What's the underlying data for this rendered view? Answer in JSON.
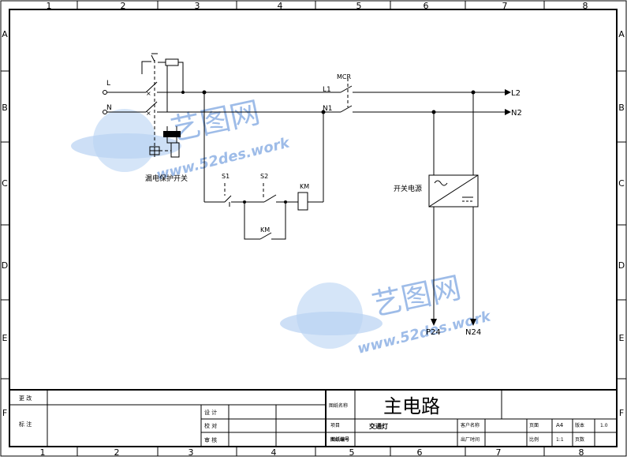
{
  "frame": {
    "columns": [
      "1",
      "2",
      "3",
      "4",
      "5",
      "6",
      "7",
      "8"
    ],
    "rows": [
      "A",
      "B",
      "C",
      "D",
      "E",
      "F"
    ]
  },
  "circuit": {
    "terminal_L": "L",
    "terminal_N": "N",
    "line_L1": "L1",
    "line_N1": "N1",
    "mcr": "MCR",
    "out_L2": "L2",
    "out_N2": "N2",
    "s1": "S1",
    "s2": "S2",
    "km_coil": "KM",
    "km_contact": "KM",
    "rcd_label": "漏电保护开关",
    "psu_label": "开关电源",
    "p24": "P24",
    "n24": "N24"
  },
  "watermark": {
    "brand": "艺图网",
    "url": "www.52des.work"
  },
  "title_block": {
    "change_label": "更 改",
    "remark_label": "标 注",
    "design_label": "设 计",
    "check_label": "校 对",
    "review_label": "审 核",
    "drawing_name_label": "图纸名称",
    "drawing_title": "主电路",
    "project_label": "项目",
    "project_value": "交通灯",
    "client_label": "客户名称",
    "drawing_no_label": "图纸编号",
    "date_label": "出厂时间",
    "size_label": "页面",
    "size_value": "A4",
    "version_label": "版本",
    "version_value": "1.0",
    "scale_label": "比例",
    "scale_value": "1:1",
    "page_label": "页数"
  }
}
